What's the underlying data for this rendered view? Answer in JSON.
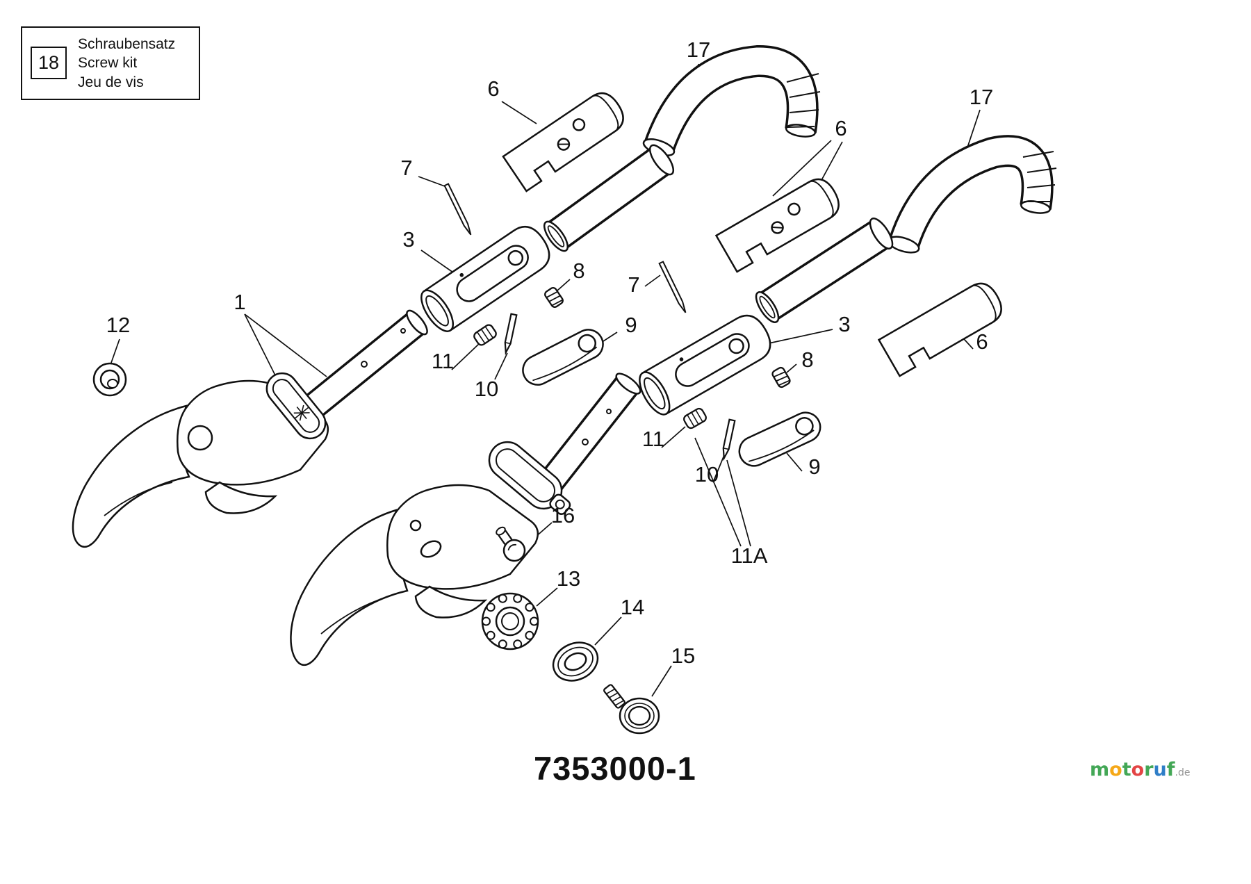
{
  "legend": {
    "number": "18",
    "lines": [
      "Schraubensatz",
      "Screw kit",
      "Jeu de vis"
    ]
  },
  "callouts": [
    {
      "id": "17-upper",
      "label": "17"
    },
    {
      "id": "6-upper",
      "label": "6"
    },
    {
      "id": "7-upper",
      "label": "7"
    },
    {
      "id": "3-upper",
      "label": "3"
    },
    {
      "id": "8-upper",
      "label": "8"
    },
    {
      "id": "1",
      "label": "1"
    },
    {
      "id": "12",
      "label": "12"
    },
    {
      "id": "11-upper",
      "label": "11"
    },
    {
      "id": "10-upper",
      "label": "10"
    },
    {
      "id": "9-upper",
      "label": "9"
    },
    {
      "id": "6-right",
      "label": "6"
    },
    {
      "id": "17-right",
      "label": "17"
    },
    {
      "id": "7-right",
      "label": "7"
    },
    {
      "id": "3-right",
      "label": "3"
    },
    {
      "id": "8-right",
      "label": "8"
    },
    {
      "id": "6-far-right",
      "label": "6"
    },
    {
      "id": "11-right",
      "label": "11"
    },
    {
      "id": "10-right",
      "label": "10"
    },
    {
      "id": "9-right",
      "label": "9"
    },
    {
      "id": "11A",
      "label": "11A"
    },
    {
      "id": "16",
      "label": "16"
    },
    {
      "id": "13",
      "label": "13"
    },
    {
      "id": "14",
      "label": "14"
    },
    {
      "id": "15",
      "label": "15"
    }
  ],
  "footer": {
    "part_number": "7353000-1"
  },
  "watermark": {
    "letters": [
      {
        "ch": "m",
        "color": "#2f9e44"
      },
      {
        "ch": "o",
        "color": "#f59f00"
      },
      {
        "ch": "t",
        "color": "#2f9e44"
      },
      {
        "ch": "o",
        "color": "#e03131"
      },
      {
        "ch": "r",
        "color": "#2f9e44"
      },
      {
        "ch": "u",
        "color": "#1971c2"
      },
      {
        "ch": "f",
        "color": "#2f9e44"
      }
    ],
    "suffix": ".de"
  },
  "colors": {
    "ink": "#111111",
    "background": "#ffffff"
  }
}
